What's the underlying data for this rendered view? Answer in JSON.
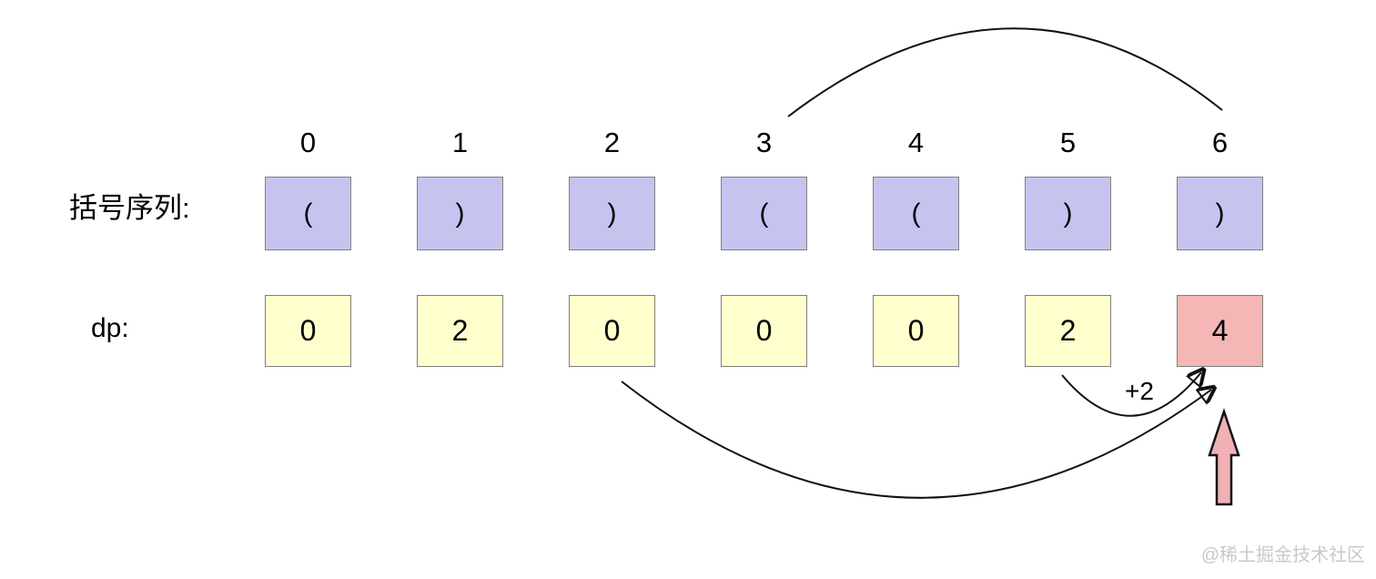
{
  "figure": {
    "rows": {
      "sequence_label": "括号序列:",
      "dp_label": "dp:"
    },
    "columns": [
      {
        "index": "0",
        "paren": "(",
        "dp": "0"
      },
      {
        "index": "1",
        "paren": ")",
        "dp": "2"
      },
      {
        "index": "2",
        "paren": ")",
        "dp": "0"
      },
      {
        "index": "3",
        "paren": "(",
        "dp": "0"
      },
      {
        "index": "4",
        "paren": "(",
        "dp": "0"
      },
      {
        "index": "5",
        "paren": ")",
        "dp": "2"
      },
      {
        "index": "6",
        "paren": ")",
        "dp": "4"
      }
    ],
    "annotations": {
      "plus_two_label": "+2",
      "highlight_index": 6,
      "matched_pair": [
        3,
        6
      ],
      "transfer_sources": [
        2,
        5
      ]
    },
    "colors": {
      "paren_box": "#c6c4ee",
      "dp_box": "#ffffcd",
      "dp_highlight_box": "#f4b7b5",
      "block_arrow": "#f1b1b4",
      "box_border": "#7f7f7f",
      "watermark": "#c9c9c9"
    },
    "watermark": "@稀土掘金技术社区"
  }
}
